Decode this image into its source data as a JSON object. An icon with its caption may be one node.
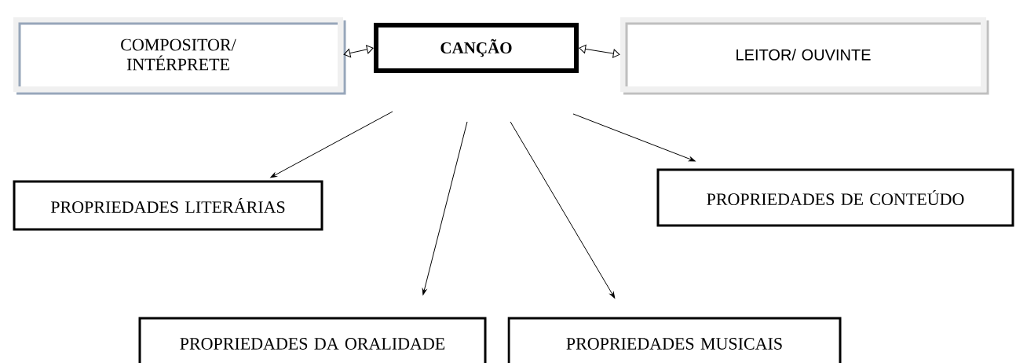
{
  "diagram": {
    "nodes": [
      {
        "text": [
          "COMPOSITOR/ INTÉRPRETE"
        ]
      },
      {
        "text": [
          "CANÇÃO"
        ]
      },
      {
        "text": [
          "LEITOR/ OUVINTE"
        ]
      },
      {
        "text": [
          "PROPRIEDADES LITERÁRIAS"
        ]
      },
      {
        "text": [
          "PROPRIEDADES DE CONTEÚDO"
        ]
      },
      {
        "text": [
          "PROPRIEDADES DA ORALIDADE"
        ]
      },
      {
        "text": [
          "PROPRIEDADES MUSICAIS"
        ]
      }
    ],
    "edges": [
      {
        "from": 0,
        "to": 1,
        "arrow": "both"
      },
      {
        "from": 1,
        "to": 2,
        "arrow": "both"
      },
      {
        "from": 1,
        "to": 3,
        "arrow": "to"
      },
      {
        "from": 1,
        "to": 5,
        "arrow": "to"
      },
      {
        "from": 1,
        "to": 6,
        "arrow": "to"
      },
      {
        "from": 1,
        "to": 4,
        "arrow": "to"
      }
    ]
  }
}
